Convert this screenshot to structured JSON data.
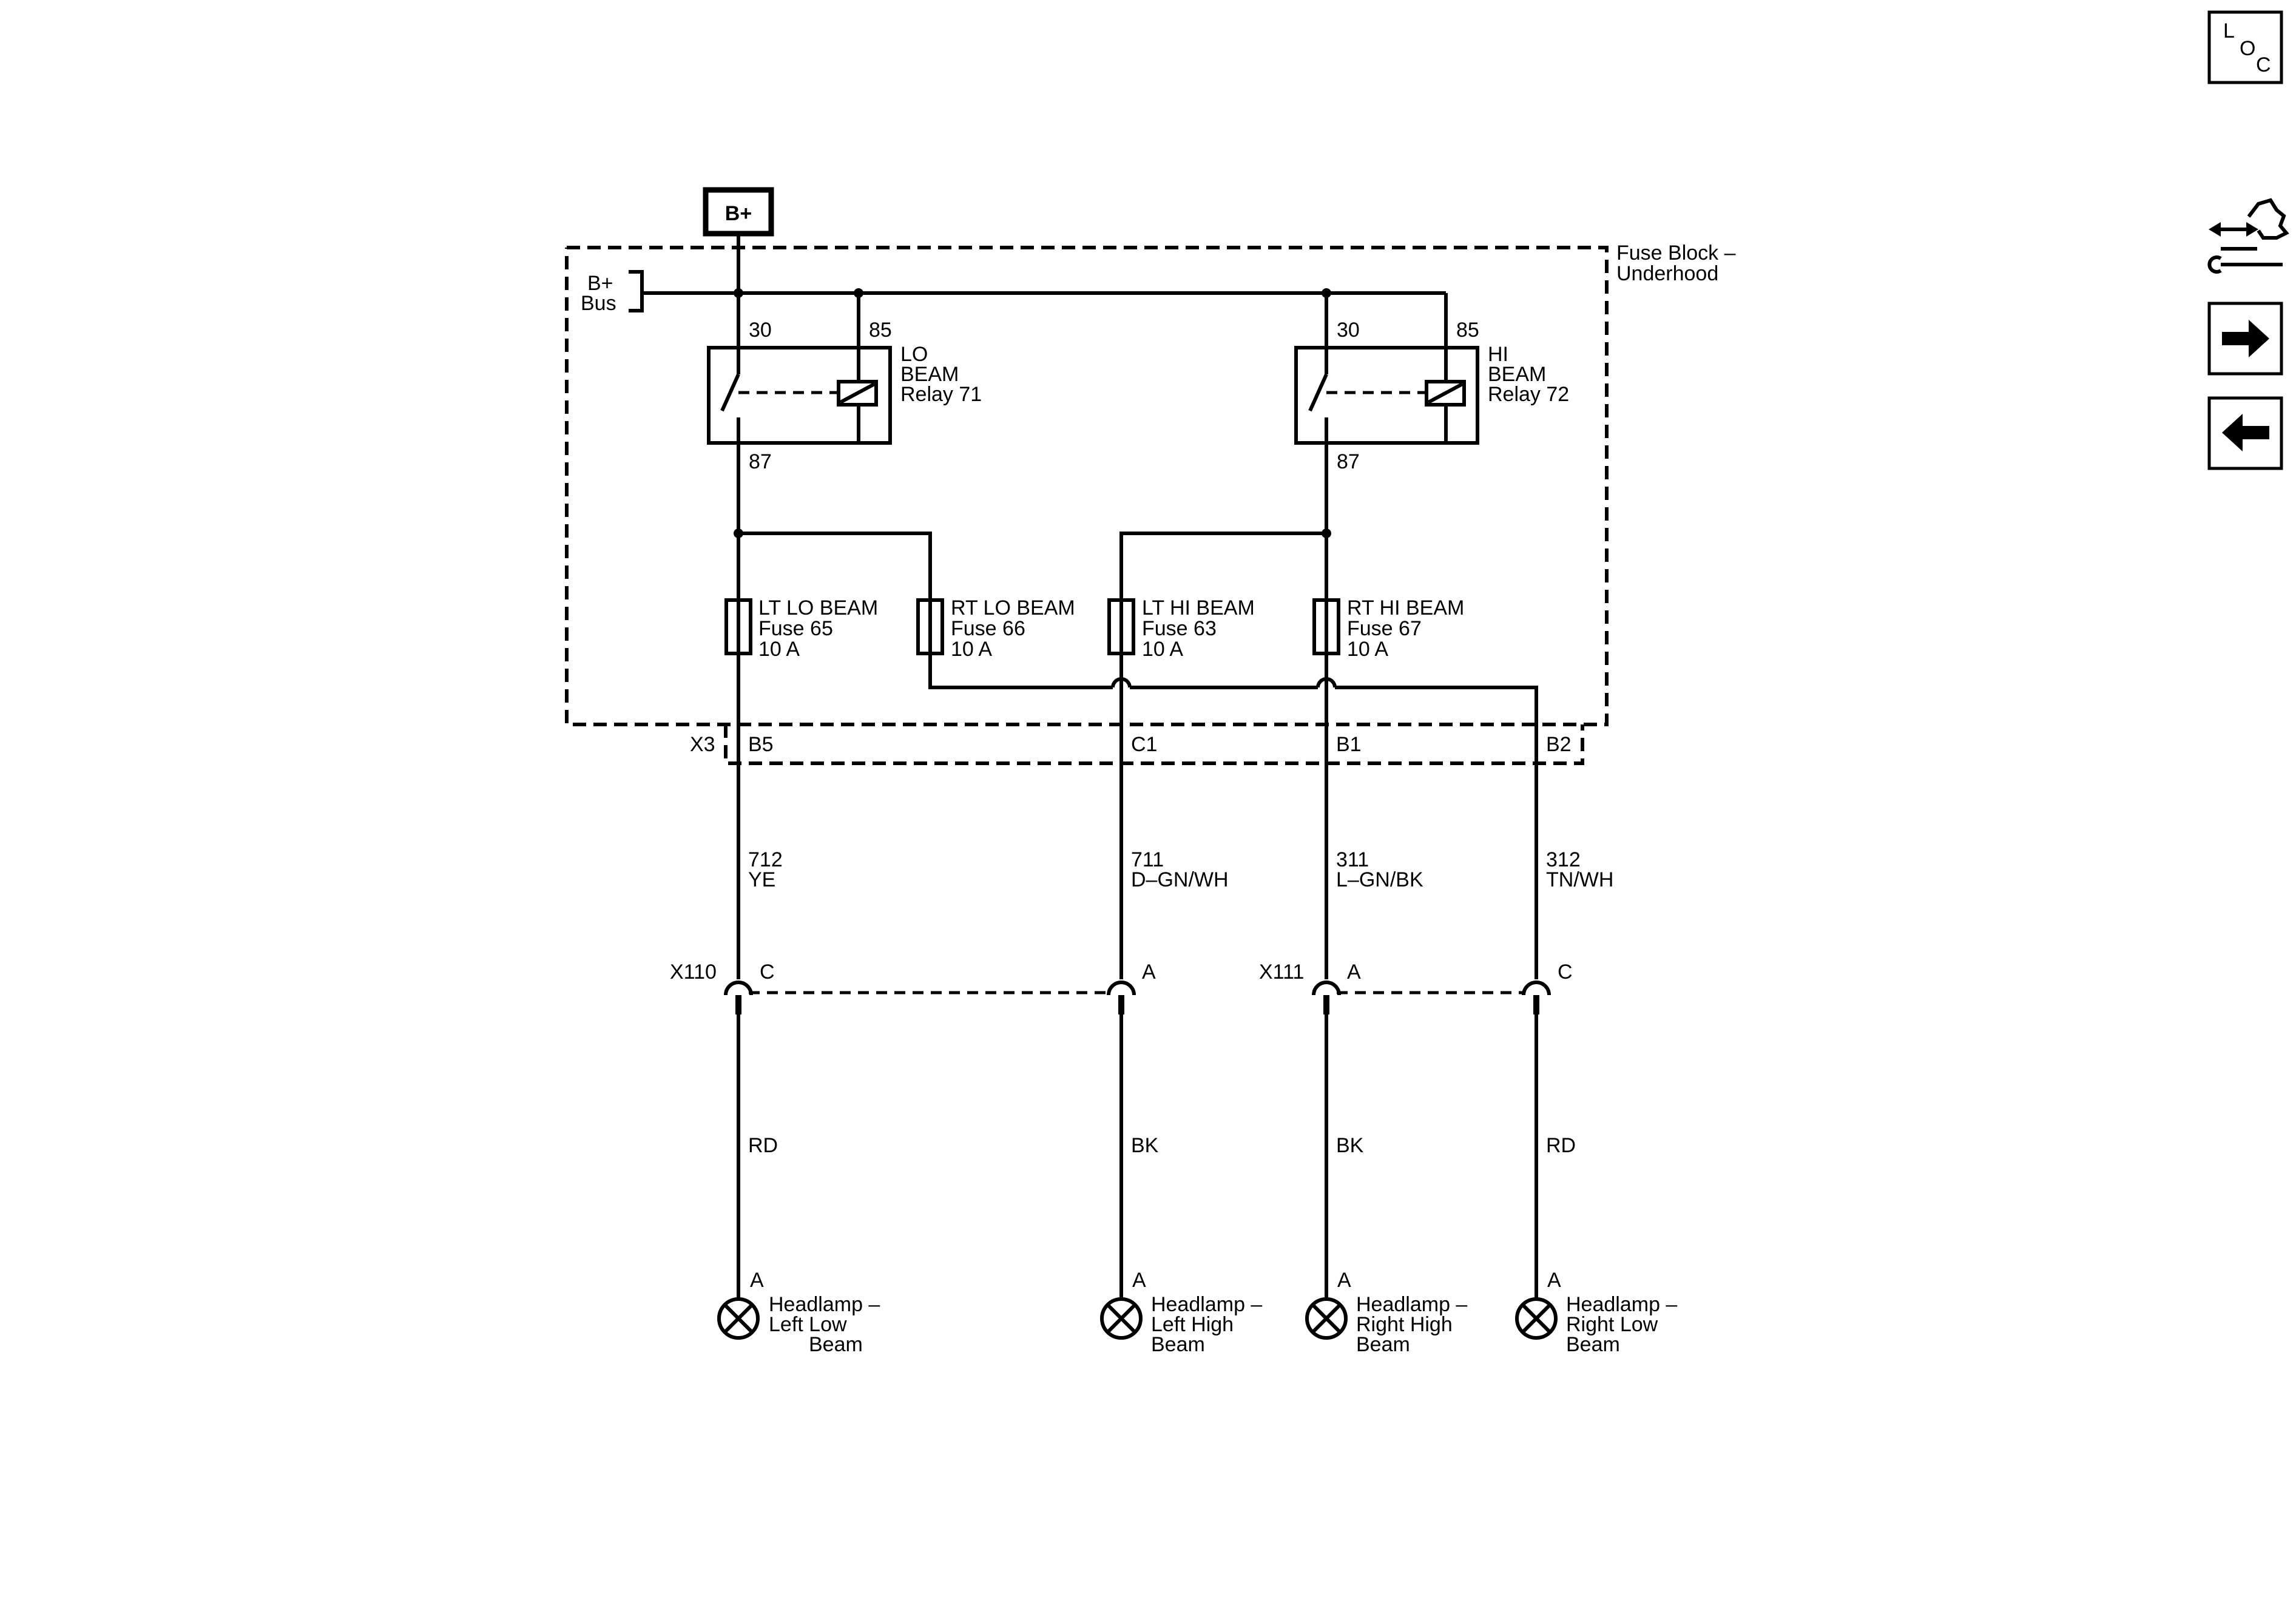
{
  "supply": {
    "label": "B+"
  },
  "fuse_block": {
    "name": "Fuse Block –",
    "name2": "Underhood",
    "bus_label": "B+",
    "bus_label2": "Bus",
    "connector": "X3"
  },
  "relays": [
    {
      "pin_30": "30",
      "pin_85": "85",
      "pin_87": "87",
      "line1": "LO",
      "line2": "BEAM",
      "line3": "Relay 71"
    },
    {
      "pin_30": "30",
      "pin_85": "85",
      "pin_87": "87",
      "line1": "HI",
      "line2": "BEAM",
      "line3": "Relay 72"
    }
  ],
  "fuses": [
    {
      "name": "LT LO BEAM",
      "number": "Fuse 65",
      "rating": "10 A"
    },
    {
      "name": "RT LO BEAM",
      "number": "Fuse 66",
      "rating": "10 A"
    },
    {
      "name": "LT HI BEAM",
      "number": "Fuse 63",
      "rating": "10 A"
    },
    {
      "name": "RT HI BEAM",
      "number": "Fuse 67",
      "rating": "10 A"
    }
  ],
  "circuits": [
    {
      "x3_pin": "B5",
      "wire_number": "712",
      "wire_color": "YE",
      "inline_connector": "X110",
      "inline_pin": "C",
      "ground_color": "RD",
      "lamp_pin": "A",
      "lamp_line1": "Headlamp –",
      "lamp_line2": "Left Low",
      "lamp_line3": "Beam"
    },
    {
      "x3_pin": "C1",
      "wire_number": "711",
      "wire_color": "D–GN/WH",
      "inline_connector": "",
      "inline_pin": "A",
      "ground_color": "BK",
      "lamp_pin": "A",
      "lamp_line1": "Headlamp –",
      "lamp_line2": "Left High",
      "lamp_line3": "Beam"
    },
    {
      "x3_pin": "B1",
      "wire_number": "311",
      "wire_color": "L–GN/BK",
      "inline_connector": "X111",
      "inline_pin": "A",
      "ground_color": "BK",
      "lamp_pin": "A",
      "lamp_line1": "Headlamp –",
      "lamp_line2": "Right High",
      "lamp_line3": "Beam"
    },
    {
      "x3_pin": "B2",
      "wire_number": "312",
      "wire_color": "TN/WH",
      "inline_connector": "",
      "inline_pin": "C",
      "ground_color": "RD",
      "lamp_pin": "A",
      "lamp_line1": "Headlamp –",
      "lamp_line2": "Right Low",
      "lamp_line3": "Beam"
    }
  ],
  "nav": {
    "loc_l": "L",
    "loc_o": "O",
    "loc_c": "C",
    "icons": [
      "connector-wrench-icon",
      "arrow-right-icon",
      "arrow-left-icon"
    ]
  }
}
